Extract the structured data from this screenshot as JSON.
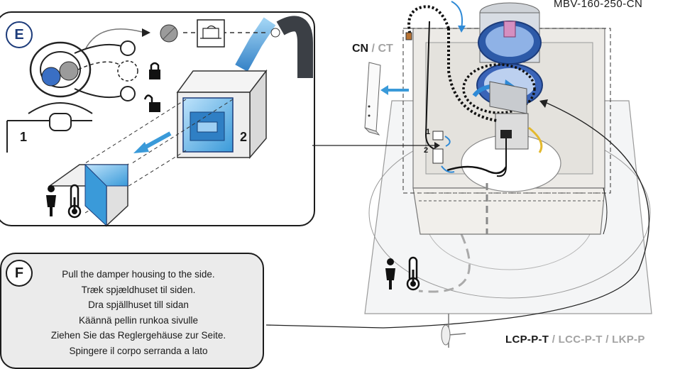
{
  "model_label": "MBV-160-250-CN",
  "variant_top": {
    "primary": "CN",
    "separator": " / ",
    "secondary": "CT"
  },
  "variant_bottom": {
    "primary": "LCP-P-T",
    "separator": " / ",
    "secondary": "LCC-P-T / LKP-P"
  },
  "panel_e": {
    "badge": "E",
    "step_1": "1",
    "step_2": "2"
  },
  "panel_f": {
    "badge": "F",
    "lines": [
      "Pull the damper housing to the side.",
      "Træk spjældhuset til siden.",
      "Dra spjällhuset till sidan",
      "Käännä pellin runkoa sivulle",
      "Ziehen Sie das Reglergehäuse zur Seite.",
      "Spingere il corpo serranda a lato"
    ]
  },
  "connector_labels": {
    "one": "1",
    "two": "2"
  },
  "colors": {
    "accent_blue": "#3a9ad9",
    "dark_blue": "#1c3b7a",
    "outline": "#1c1c1c",
    "panel_grey": "#ebebeb",
    "muted": "#a3a3a3"
  },
  "icons": [
    "person-icon",
    "thermometer-icon",
    "padlock-icon",
    "damper-actuator-icon"
  ]
}
